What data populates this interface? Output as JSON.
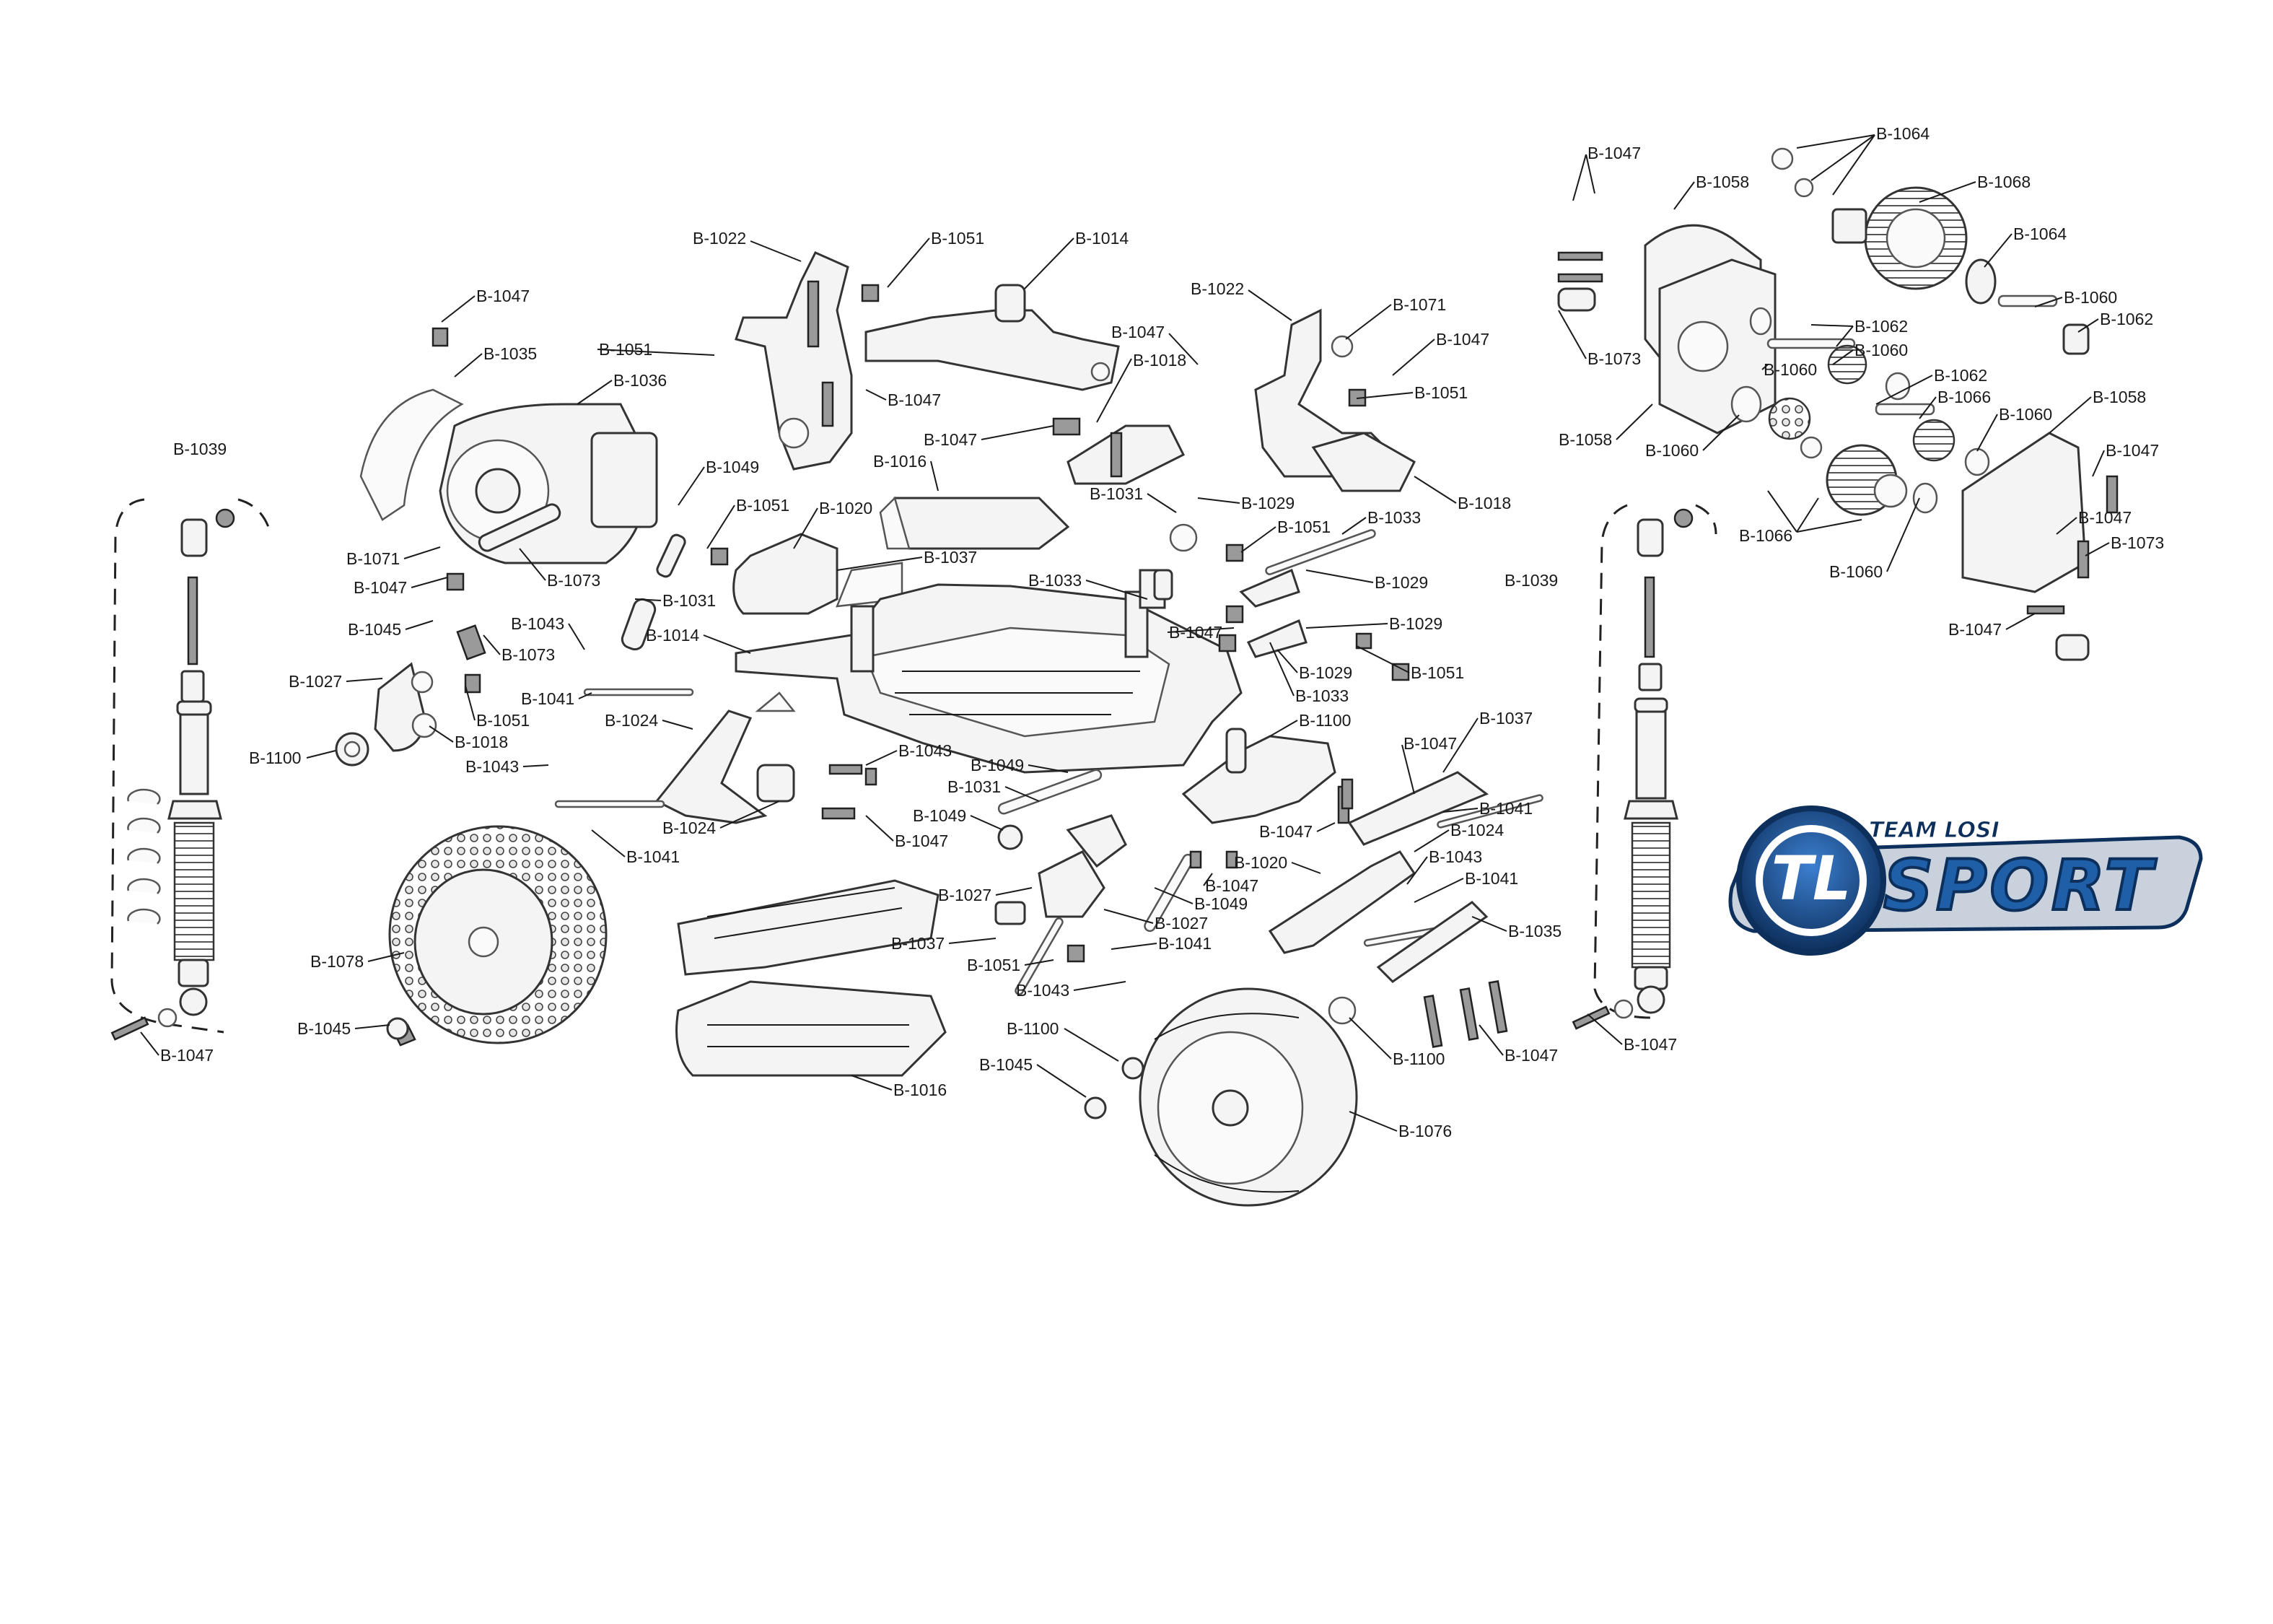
{
  "brand": {
    "team": "TEAM LOSI",
    "product": "SPORT",
    "monogram": "TL",
    "colors": {
      "blue": "#1f5fa8",
      "dark": "#0d2f5c",
      "silver": "#c9d2dc"
    }
  },
  "labels": [
    {
      "id": "lbl-01",
      "text": "B-1047"
    },
    {
      "id": "lbl-02",
      "text": "B-1035"
    },
    {
      "id": "lbl-03",
      "text": "B-1051"
    },
    {
      "id": "lbl-04",
      "text": "B-1036"
    },
    {
      "id": "lbl-05",
      "text": "B-1022"
    },
    {
      "id": "lbl-06",
      "text": "B-1051"
    },
    {
      "id": "lbl-07",
      "text": "B-1014"
    },
    {
      "id": "lbl-08",
      "text": "B-1047"
    },
    {
      "id": "lbl-09",
      "text": "B-1018"
    },
    {
      "id": "lbl-10",
      "text": "B-1022"
    },
    {
      "id": "lbl-11",
      "text": "B-1071"
    },
    {
      "id": "lbl-12",
      "text": "B-1047"
    },
    {
      "id": "lbl-13",
      "text": "B-1051"
    },
    {
      "id": "lbl-14",
      "text": "B-1047"
    },
    {
      "id": "lbl-15",
      "text": "B-1047"
    },
    {
      "id": "lbl-16",
      "text": "B-1016"
    },
    {
      "id": "lbl-17",
      "text": "B-1049"
    },
    {
      "id": "lbl-18",
      "text": "B-1039"
    },
    {
      "id": "lbl-19",
      "text": "B-1031"
    },
    {
      "id": "lbl-20",
      "text": "B-1029"
    },
    {
      "id": "lbl-21",
      "text": "B-1018"
    },
    {
      "id": "lbl-22",
      "text": "B-1051"
    },
    {
      "id": "lbl-23",
      "text": "B-1020"
    },
    {
      "id": "lbl-24",
      "text": "B-1051"
    },
    {
      "id": "lbl-25",
      "text": "B-1033"
    },
    {
      "id": "lbl-26",
      "text": "B-1071"
    },
    {
      "id": "lbl-27",
      "text": "B-1037"
    },
    {
      "id": "lbl-28",
      "text": "B-1029"
    },
    {
      "id": "lbl-29",
      "text": "B-1047"
    },
    {
      "id": "lbl-30",
      "text": "B-1073"
    },
    {
      "id": "lbl-31",
      "text": "B-1033"
    },
    {
      "id": "lbl-32",
      "text": "B-1031"
    },
    {
      "id": "lbl-33",
      "text": "B-1029"
    },
    {
      "id": "lbl-34",
      "text": "B-1045"
    },
    {
      "id": "lbl-35",
      "text": "B-1043"
    },
    {
      "id": "lbl-36",
      "text": "B-1014"
    },
    {
      "id": "lbl-37",
      "text": "B-1047"
    },
    {
      "id": "lbl-38",
      "text": "B-1073"
    },
    {
      "id": "lbl-39",
      "text": "B-1029"
    },
    {
      "id": "lbl-40",
      "text": "B-1051"
    },
    {
      "id": "lbl-41",
      "text": "B-1027"
    },
    {
      "id": "lbl-42",
      "text": "B-1041"
    },
    {
      "id": "lbl-43",
      "text": "B-1051"
    },
    {
      "id": "lbl-44",
      "text": "B-1033"
    },
    {
      "id": "lbl-45",
      "text": "B-1024"
    },
    {
      "id": "lbl-46",
      "text": "B-1100"
    },
    {
      "id": "lbl-47",
      "text": "B-1018"
    },
    {
      "id": "lbl-48",
      "text": "B-1037"
    },
    {
      "id": "lbl-49",
      "text": "B-1100"
    },
    {
      "id": "lbl-50",
      "text": "B-1043"
    },
    {
      "id": "lbl-51",
      "text": "B-1047"
    },
    {
      "id": "lbl-52",
      "text": "B-1043"
    },
    {
      "id": "lbl-53",
      "text": "B-1049"
    },
    {
      "id": "lbl-54",
      "text": "B-1031"
    },
    {
      "id": "lbl-55",
      "text": "B-1041"
    },
    {
      "id": "lbl-56",
      "text": "B-1049"
    },
    {
      "id": "lbl-57",
      "text": "B-1047"
    },
    {
      "id": "lbl-58",
      "text": "B-1024"
    },
    {
      "id": "lbl-59",
      "text": "B-1024"
    },
    {
      "id": "lbl-60",
      "text": "B-1047"
    },
    {
      "id": "lbl-61",
      "text": "B-1020"
    },
    {
      "id": "lbl-62",
      "text": "B-1043"
    },
    {
      "id": "lbl-63",
      "text": "B-1041"
    },
    {
      "id": "lbl-64",
      "text": "B-1047"
    },
    {
      "id": "lbl-65",
      "text": "B-1041"
    },
    {
      "id": "lbl-66",
      "text": "B-1027"
    },
    {
      "id": "lbl-67",
      "text": "B-1049"
    },
    {
      "id": "lbl-68",
      "text": "B-1035"
    },
    {
      "id": "lbl-69",
      "text": "B-1027"
    },
    {
      "id": "lbl-70",
      "text": "B-1078"
    },
    {
      "id": "lbl-71",
      "text": "B-1037"
    },
    {
      "id": "lbl-72",
      "text": "B-1041"
    },
    {
      "id": "lbl-73",
      "text": "B-1051"
    },
    {
      "id": "lbl-74",
      "text": "B-1043"
    },
    {
      "id": "lbl-75",
      "text": "B-1045"
    },
    {
      "id": "lbl-76",
      "text": "B-1047"
    },
    {
      "id": "lbl-77",
      "text": "B-1100"
    },
    {
      "id": "lbl-78",
      "text": "B-1100"
    },
    {
      "id": "lbl-79",
      "text": "B-1047"
    },
    {
      "id": "lbl-80",
      "text": "B-1045"
    },
    {
      "id": "lbl-81",
      "text": "B-1016"
    },
    {
      "id": "lbl-82",
      "text": "B-1076"
    },
    {
      "id": "lbl-83",
      "text": "B-1047"
    },
    {
      "id": "lbl-84",
      "text": "B-1064"
    },
    {
      "id": "lbl-85",
      "text": "B-1058"
    },
    {
      "id": "lbl-86",
      "text": "B-1068"
    },
    {
      "id": "lbl-87",
      "text": "B-1064"
    },
    {
      "id": "lbl-88",
      "text": "B-1060"
    },
    {
      "id": "lbl-89",
      "text": "B-1062"
    },
    {
      "id": "lbl-90",
      "text": "B-1062"
    },
    {
      "id": "lbl-91",
      "text": "B-1073"
    },
    {
      "id": "lbl-92",
      "text": "B-1060"
    },
    {
      "id": "lbl-93",
      "text": "B-1060"
    },
    {
      "id": "lbl-94",
      "text": "B-1062"
    },
    {
      "id": "lbl-95",
      "text": "B-1066"
    },
    {
      "id": "lbl-96",
      "text": "B-1058"
    },
    {
      "id": "lbl-97",
      "text": "B-1058"
    },
    {
      "id": "lbl-98",
      "text": "B-1060"
    },
    {
      "id": "lbl-99",
      "text": "B-1060"
    },
    {
      "id": "lbl-100",
      "text": "B-1047"
    },
    {
      "id": "lbl-101",
      "text": "B-1039"
    },
    {
      "id": "lbl-102",
      "text": "B-1047"
    },
    {
      "id": "lbl-103",
      "text": "B-1066"
    },
    {
      "id": "lbl-104",
      "text": "B-1073"
    },
    {
      "id": "lbl-105",
      "text": "B-1060"
    },
    {
      "id": "lbl-106",
      "text": "B-1047"
    },
    {
      "id": "lbl-107",
      "text": "B-1047"
    }
  ]
}
